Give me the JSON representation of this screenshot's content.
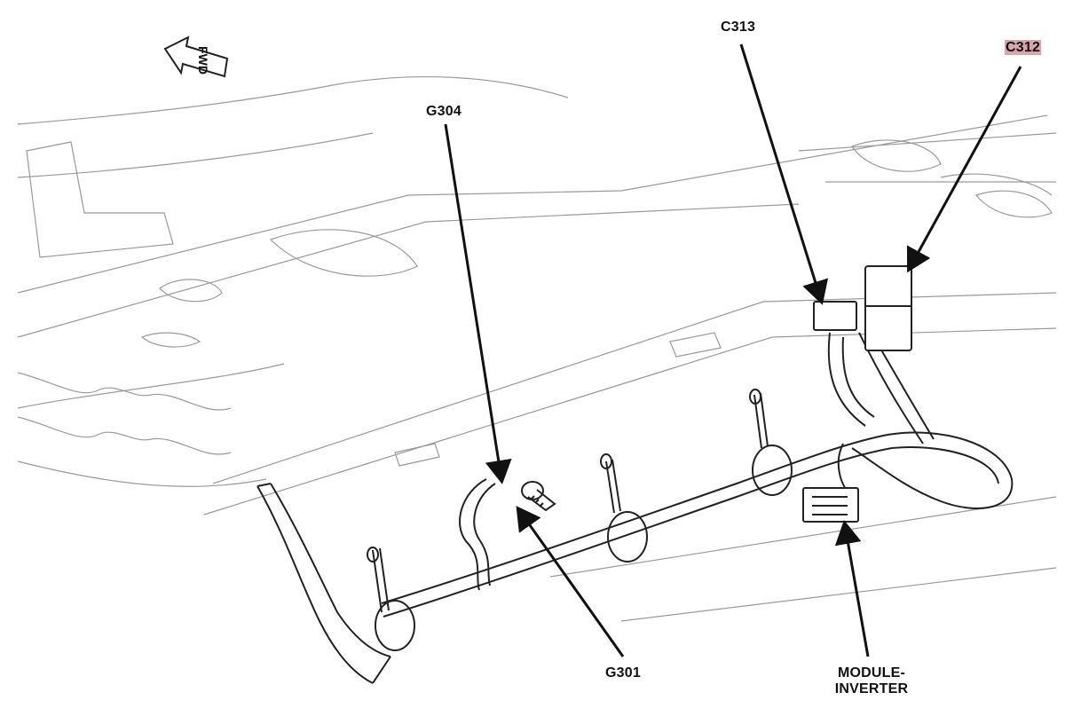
{
  "diagram": {
    "fwd_label": "FWD",
    "callouts": {
      "c313": "C313",
      "c312": "C312",
      "g304": "G304",
      "g301": "G301",
      "module_line1": "MODULE-",
      "module_line2": "INVERTER"
    },
    "colors": {
      "line": "#222222",
      "faint": "#9a9a9a",
      "highlight": "#d9a6b0"
    }
  }
}
